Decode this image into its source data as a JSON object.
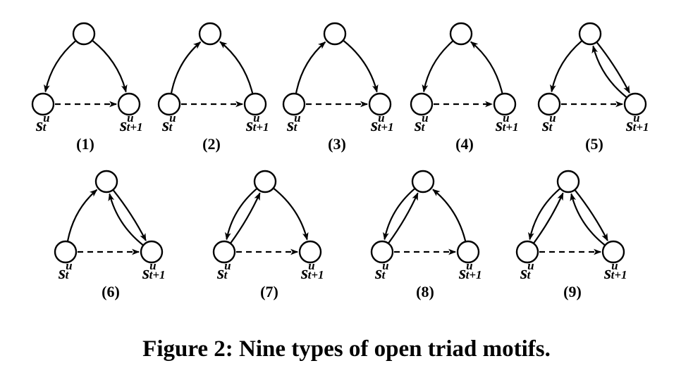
{
  "figure": {
    "caption": "Figure 2: Nine types of open triad motifs.",
    "label_base": "s",
    "superscript": "u",
    "sub_left": "t",
    "sub_right": "t+1",
    "motifs": [
      {
        "number": "(1)",
        "top_to_left": true,
        "left_to_top": false,
        "top_to_right": true,
        "right_to_top": false
      },
      {
        "number": "(2)",
        "top_to_left": false,
        "left_to_top": true,
        "top_to_right": false,
        "right_to_top": true
      },
      {
        "number": "(3)",
        "top_to_left": false,
        "left_to_top": true,
        "top_to_right": true,
        "right_to_top": false
      },
      {
        "number": "(4)",
        "top_to_left": true,
        "left_to_top": false,
        "top_to_right": false,
        "right_to_top": true
      },
      {
        "number": "(5)",
        "top_to_left": true,
        "left_to_top": false,
        "top_to_right": true,
        "right_to_top": true
      },
      {
        "number": "(6)",
        "top_to_left": false,
        "left_to_top": true,
        "top_to_right": true,
        "right_to_top": true
      },
      {
        "number": "(7)",
        "top_to_left": true,
        "left_to_top": true,
        "top_to_right": true,
        "right_to_top": false
      },
      {
        "number": "(8)",
        "top_to_left": true,
        "left_to_top": true,
        "top_to_right": false,
        "right_to_top": true
      },
      {
        "number": "(9)",
        "top_to_left": true,
        "left_to_top": true,
        "top_to_right": true,
        "right_to_top": true
      }
    ]
  }
}
